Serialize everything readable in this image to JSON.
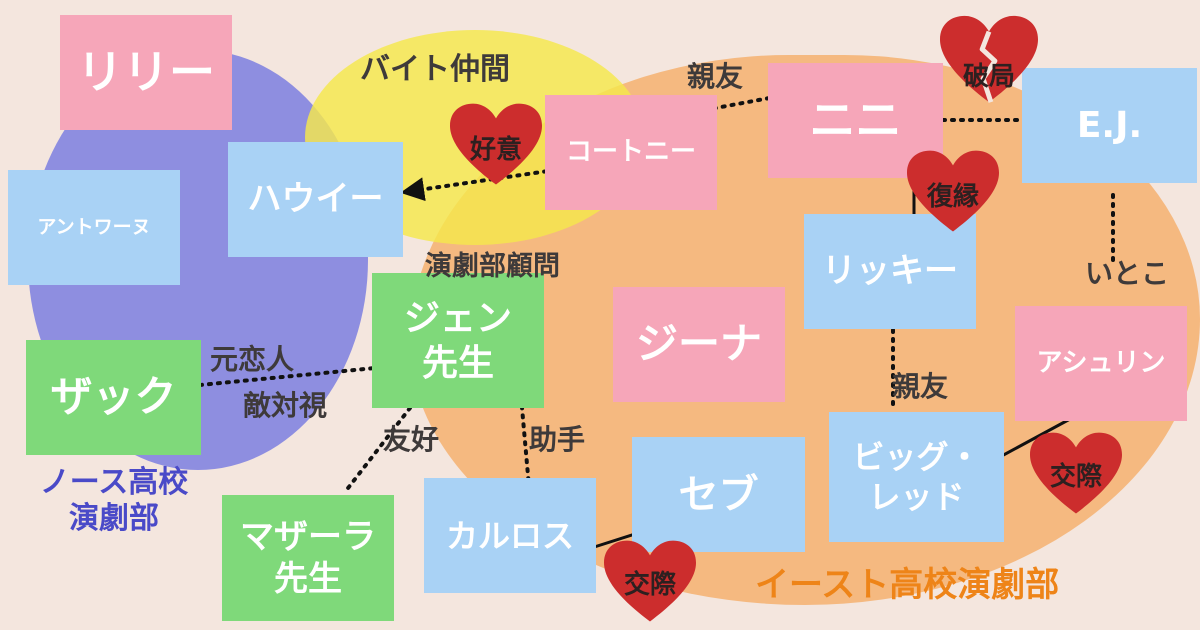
{
  "groups": {
    "north": "ノース高校\n演劇部",
    "bite": "バイト仲間",
    "east": "イースト高校演劇部"
  },
  "colors": {
    "north_group": "#8e8ee0",
    "bite_group": "#f5e84c",
    "east_group": "#f5b476",
    "north_title": "#4a4ac8",
    "east_title": "#ee8418",
    "female": "#f6a6b9",
    "male": "#a9d2f5",
    "adult": "#7fd97a",
    "heart": "#cc2d2d"
  },
  "characters": {
    "lily": "リリー",
    "antoine": "アントワーヌ",
    "howie": "ハウイー",
    "zack": "ザック",
    "jenn": "ジェン\n先生",
    "mazzara": "マザーラ\n先生",
    "carlos": "カルロス",
    "courtney": "コートニー",
    "nini": "ニニ",
    "ej": "E.J.",
    "ricky": "リッキー",
    "gina": "ジーナ",
    "ashlyn": "アシュリン",
    "big_red": "ビッグ・\nレッド",
    "seb": "セブ"
  },
  "relations": {
    "best_friend_1": "親友",
    "favor": "好意",
    "breakup": "破局",
    "reunion": "復縁",
    "drama_advisor": "演劇部顧問",
    "ex_lover": "元恋人",
    "rivalry": "敵対視",
    "friendly": "友好",
    "assistant": "助手",
    "cousin": "いとこ",
    "best_friend_2": "親友",
    "dating_1": "交際",
    "dating_2": "交際"
  }
}
